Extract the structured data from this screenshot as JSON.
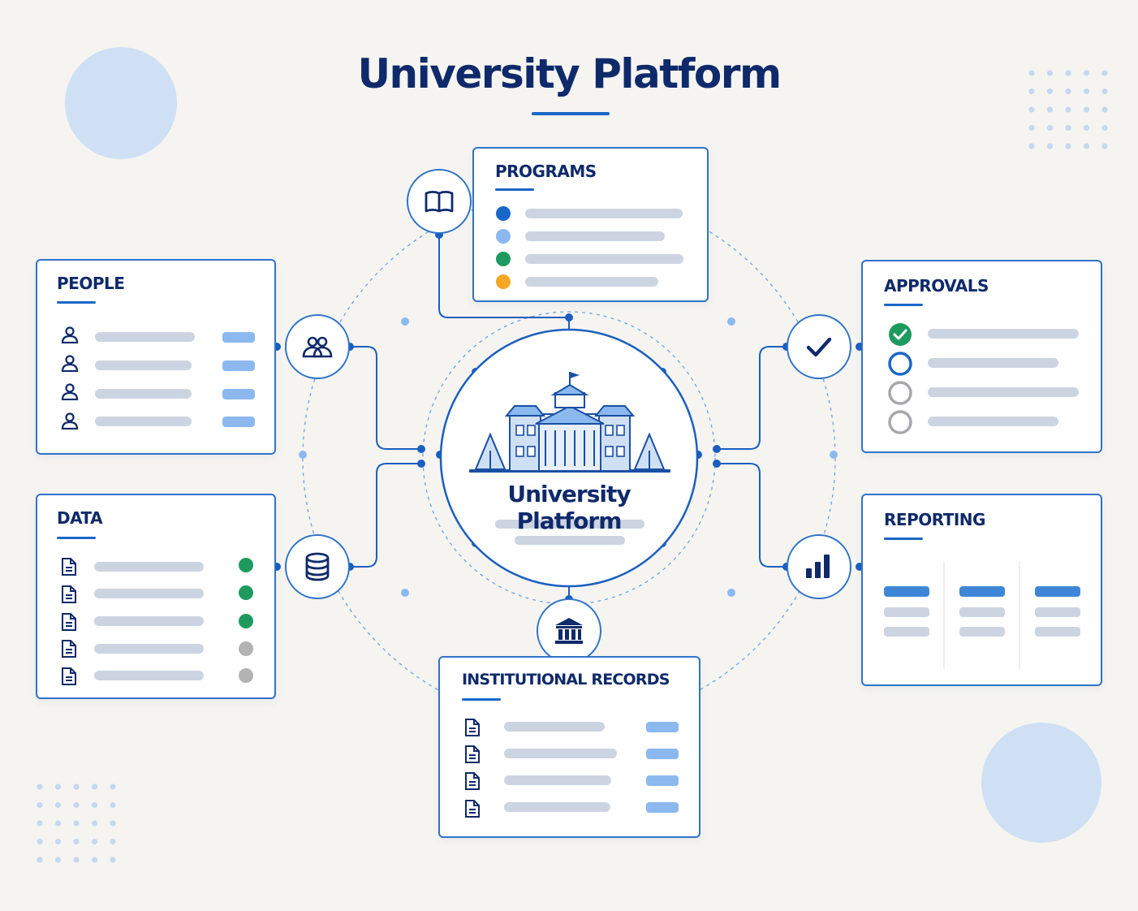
{
  "title": "University Platform",
  "hub": {
    "title": "University Platform"
  },
  "cards": {
    "programs": {
      "title": "PROGRAMS"
    },
    "people": {
      "title": "PEOPLE"
    },
    "approvals": {
      "title": "APPROVALS"
    },
    "data": {
      "title": "DATA"
    },
    "reporting": {
      "title": "REPORTING"
    },
    "records": {
      "title": "INSTITUTIONAL RECORDS"
    }
  },
  "nodes": {
    "programs": "book-icon",
    "people": "people-icon",
    "approvals": "checkmark-icon",
    "data": "database-icon",
    "reporting": "bar-chart-icon",
    "records": "institution-icon"
  },
  "colors": {
    "primary_navy": "#0f2a6b",
    "accent_blue": "#1a67c7",
    "light_blue": "#8bb9ef",
    "green": "#1f9a5e",
    "amber": "#f5a623",
    "gray": "#b3b3b3",
    "decor_circle": "#cfe0f5"
  }
}
